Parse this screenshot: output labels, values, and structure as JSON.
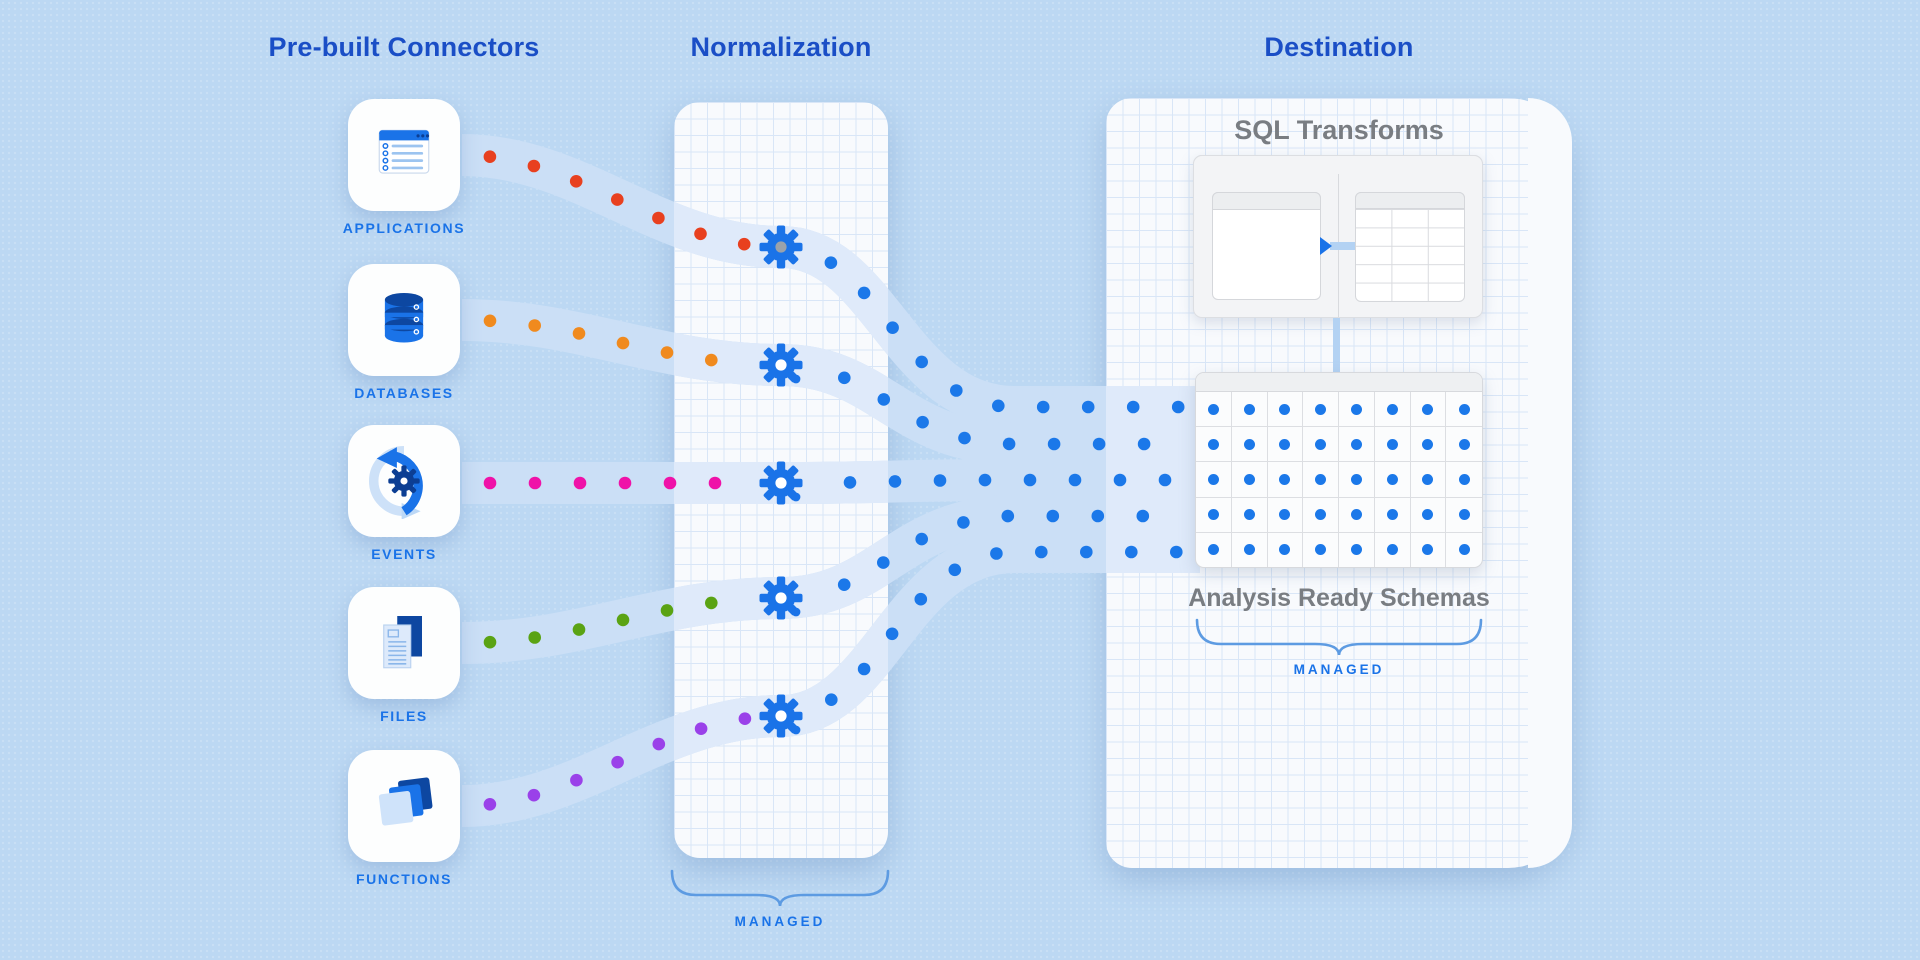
{
  "diagram": {
    "columns": [
      {
        "title": "Pre-built Connectors"
      },
      {
        "title": "Normalization"
      },
      {
        "title": "Destination"
      }
    ]
  },
  "connectors": [
    {
      "label": "APPLICATIONS",
      "icon": "app-window-icon",
      "dot_color": "#e8401f"
    },
    {
      "label": "DATABASES",
      "icon": "database-icon",
      "dot_color": "#f08a1e"
    },
    {
      "label": "EVENTS",
      "icon": "sync-icon",
      "dot_color": "#ef12a8"
    },
    {
      "label": "FILES",
      "icon": "documents-icon",
      "dot_color": "#5aa313"
    },
    {
      "label": "FUNCTIONS",
      "icon": "layers-icon",
      "dot_color": "#9a41e9"
    }
  ],
  "normalization": {
    "managed_label": "MANAGED"
  },
  "destination": {
    "sql_transforms_title": "SQL Transforms",
    "schemas_caption": "Analysis Ready Schemas",
    "managed_label": "MANAGED",
    "schema_table": {
      "rows": 5,
      "cols": 8
    }
  },
  "colors": {
    "background": "#bcd8f3",
    "header_blue": "#1a4ec6",
    "accent_blue": "#1a73e8",
    "dot_blue": "#1b78e9",
    "band_outer": "#cbdff6",
    "band_inner": "#dfeafa",
    "gray_text": "#797d82",
    "brace_blue": "#5d9be2"
  }
}
